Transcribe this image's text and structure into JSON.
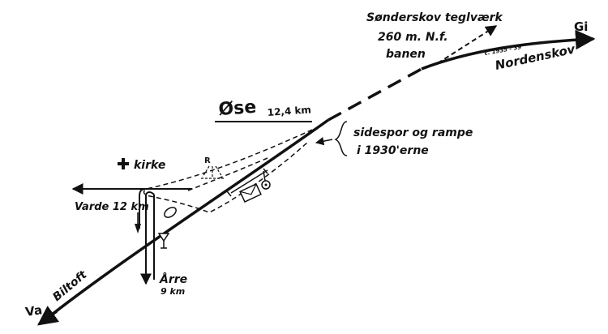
{
  "map": {
    "station": {
      "name": "Øse",
      "distance": "12,4 km"
    },
    "endpoints": {
      "north": "Gi",
      "south": "Va"
    },
    "places": {
      "sonderskov_line1": "Sønderskov teglværk",
      "sonderskov_line2": "260 m. N.f.",
      "sonderskov_line3": "banen",
      "sonderskov_date": "c. 1935 - 39",
      "nordenskov": "Nordenskov",
      "biltoft": "Biltoft",
      "kirke": "kirke",
      "varde": "Varde 12 km",
      "arre_name": "Årre",
      "arre_distance": "9 km",
      "rampe_marker": "R"
    },
    "notes": {
      "siding_line1": "sidespor og rampe",
      "siding_line2": "i 1930'erne"
    },
    "icons": [
      "church-cross-icon",
      "post-office-icon",
      "telephone-icon",
      "inn-icon",
      "tree-icon"
    ]
  }
}
